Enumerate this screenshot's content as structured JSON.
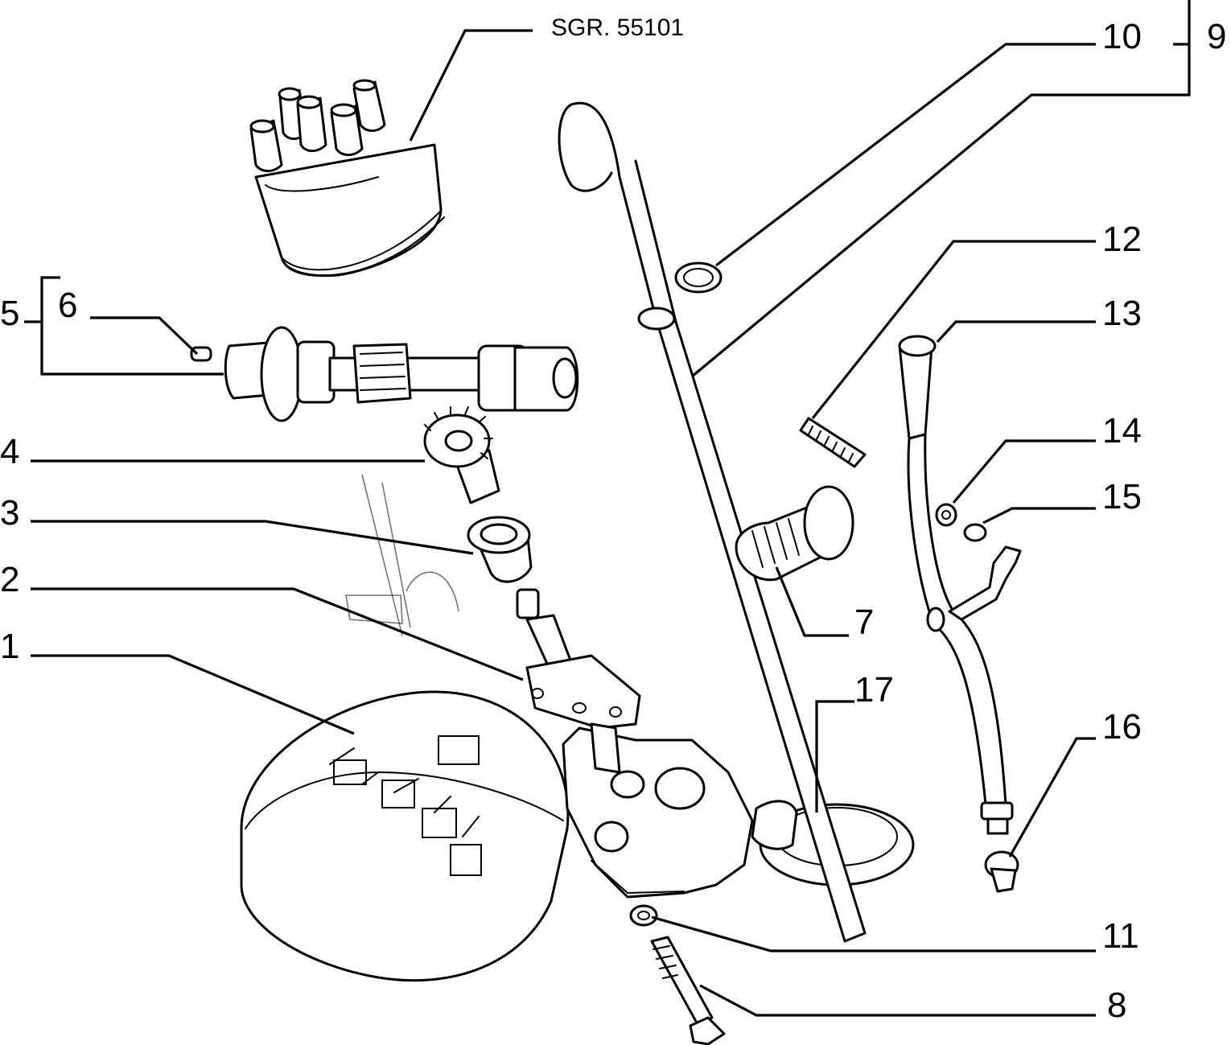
{
  "reference": "SGR. 55101",
  "callouts": {
    "c1": "1",
    "c2": "2",
    "c3": "3",
    "c4": "4",
    "c5": "5",
    "c6": "6",
    "c7": "7",
    "c8": "8",
    "c9": "9",
    "c10": "10",
    "c11": "11",
    "c12": "12",
    "c13": "13",
    "c14": "14",
    "c15": "15",
    "c16": "16",
    "c17": "17"
  }
}
